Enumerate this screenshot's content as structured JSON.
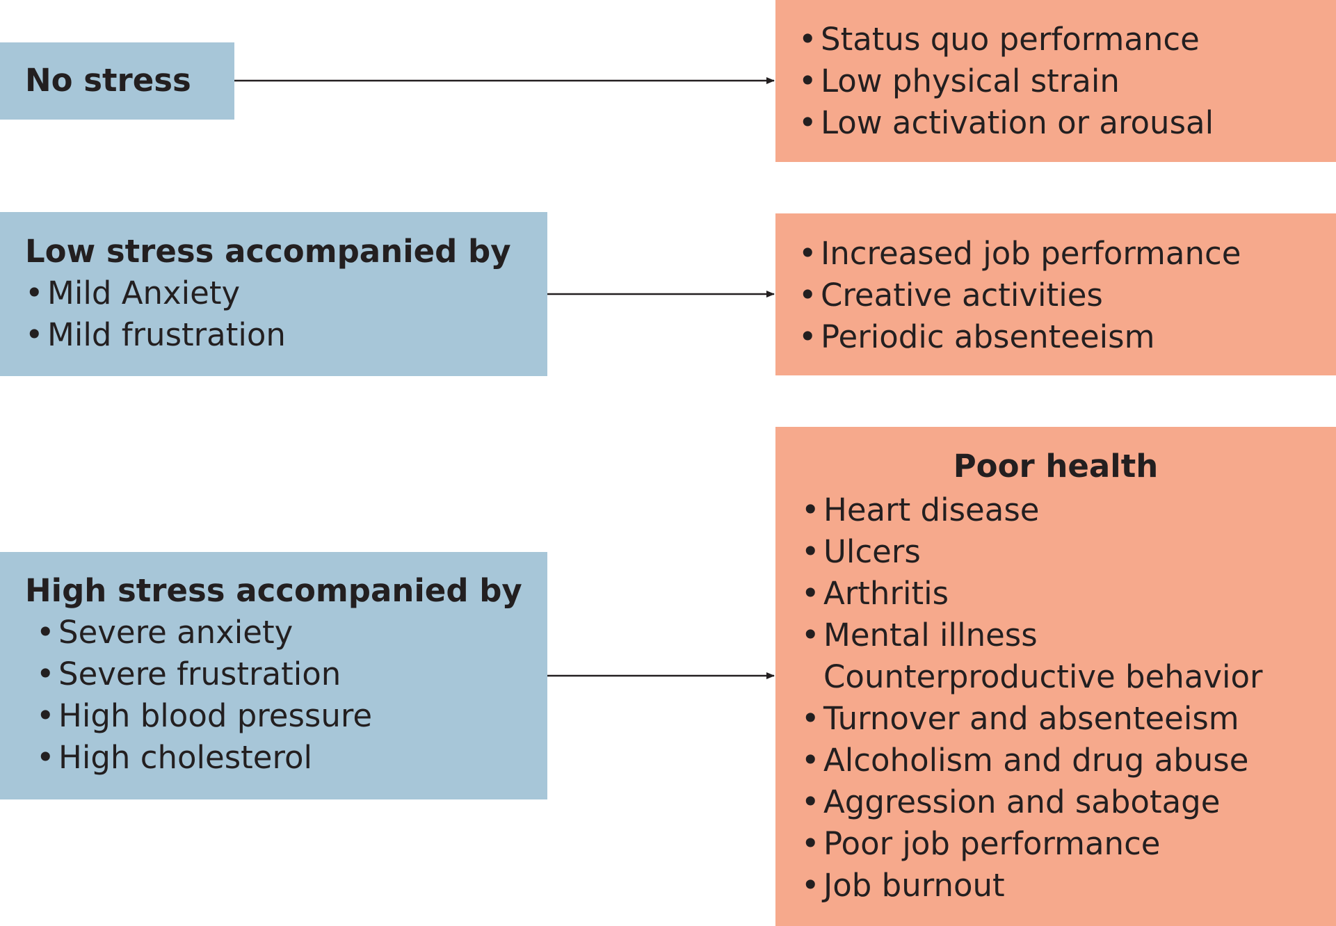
{
  "row1": {
    "cause": {
      "heading": "No stress"
    },
    "effect": {
      "items": [
        "Status quo performance",
        "Low physical strain",
        "Low activation or arousal"
      ]
    }
  },
  "row2": {
    "cause": {
      "heading": "Low stress accompanied by",
      "items": [
        "Mild Anxiety",
        "Mild frustration"
      ]
    },
    "effect": {
      "items": [
        "Increased job performance",
        "Creative activities",
        "Periodic absenteeism"
      ]
    }
  },
  "row3": {
    "cause": {
      "heading": "High stress accompanied by",
      "items": [
        "Severe anxiety",
        "Severe frustration",
        "High blood pressure",
        "High cholesterol"
      ]
    },
    "effect": {
      "heading": "Poor health",
      "items": [
        "Heart disease",
        "Ulcers",
        "Arthritis",
        "Mental illness",
        "Counterproductive behavior",
        "Turnover and absenteeism",
        "Alcoholism and drug abuse",
        "Aggression and sabotage",
        "Poor job performance",
        "Job burnout"
      ]
    }
  },
  "colors": {
    "cause_fill": "#a7c6d8",
    "effect_fill": "#f6a98c",
    "text": "#231f20",
    "arrow": "#231f20"
  }
}
